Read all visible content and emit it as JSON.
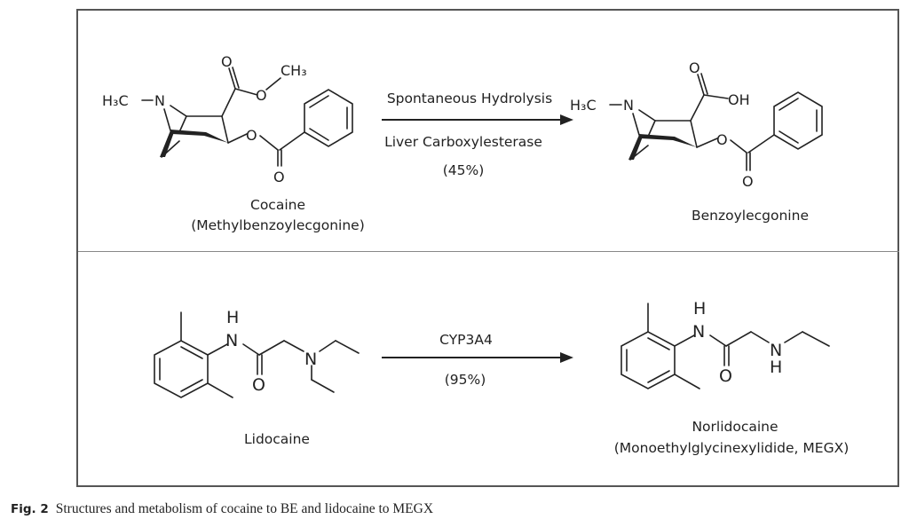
{
  "figure": {
    "caption_label": "Fig. 2",
    "caption_text": "Structures and metabolism of cocaine to BE and lidocaine to MEGX"
  },
  "reactions": [
    {
      "substrate": {
        "name": "Cocaine",
        "synonym": "(Methylbenzoylecgonine)",
        "atoms": {
          "methyl_n": "H₃C",
          "n": "N",
          "carbonyl_o": "O",
          "ester_o": "O",
          "ester_ch3": "CH₃",
          "benzoyl_o": "O",
          "benzoyl_carbonyl_o": "O"
        }
      },
      "arrow": {
        "above": "Spontaneous Hydrolysis",
        "below": "Liver Carboxylesterase",
        "percent": "(45%)"
      },
      "product": {
        "name": "Benzoylecgonine",
        "synonym": "",
        "atoms": {
          "methyl_n": "H₃C",
          "n": "N",
          "carbonyl_o": "O",
          "acid_oh": "OH",
          "benzoyl_o": "O",
          "benzoyl_carbonyl_o": "O"
        }
      }
    },
    {
      "substrate": {
        "name": "Lidocaine",
        "synonym": "",
        "atoms": {
          "amide_h": "H",
          "amide_n": "N",
          "carbonyl_o": "O",
          "amine_n": "N"
        }
      },
      "arrow": {
        "above": "CYP3A4",
        "below": "",
        "percent": "(95%)"
      },
      "product": {
        "name": "Norlidocaine",
        "synonym": "(Monoethylglycinexylidide, MEGX)",
        "atoms": {
          "amide_h": "H",
          "amide_n": "N",
          "carbonyl_o": "O",
          "amine_n": "N",
          "amine_h": "H"
        }
      }
    }
  ]
}
